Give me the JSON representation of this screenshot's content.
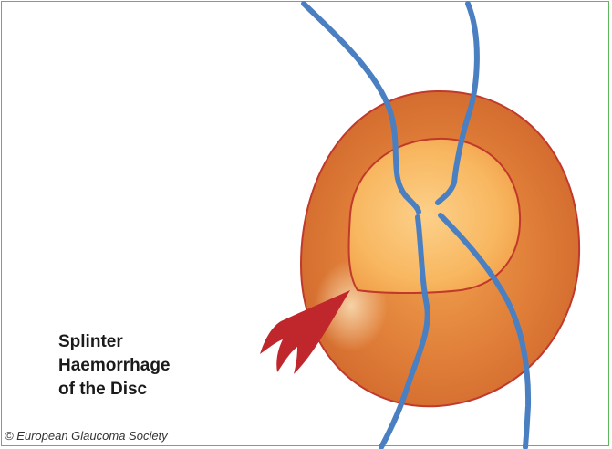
{
  "caption": {
    "line1": "Splinter",
    "line2": "Haemorrhage",
    "line3": "of the Disc"
  },
  "copyright": "© European Glaucoma Society",
  "colors": {
    "frame": "#5cb85a",
    "disc_rim": "#c0392b",
    "disc_outer": "#d9743a",
    "cup_inner": "#fbc36b",
    "vessel": "#4a7fc1",
    "haemorrhage": "#c0272d"
  }
}
